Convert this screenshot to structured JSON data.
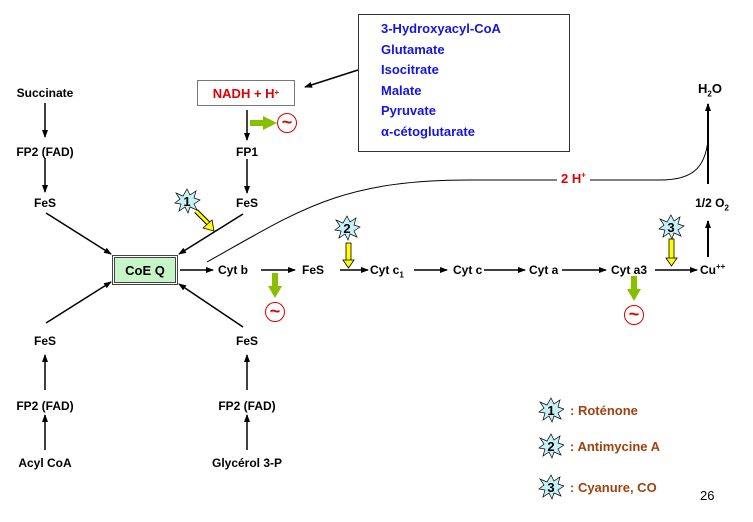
{
  "nadh": {
    "label": "NADH + H",
    "superscript": "+"
  },
  "substrates_box": {
    "items": [
      "3-Hydroxyacyl-CoA",
      "Glutamate",
      "Isocitrate",
      "Malate",
      "Pyruvate",
      "α-cétoglutarate"
    ]
  },
  "left_chain_top": {
    "succinate": "Succinate",
    "fp2": "FP2 (FAD)",
    "fes": "FeS"
  },
  "nadh_chain": {
    "fp1": "FP1",
    "fes": "FeS"
  },
  "coeq": "CoE Q",
  "left_chain_bottom": {
    "fes": "FeS",
    "fp2": "FP2 (FAD)",
    "acyl": "Acyl CoA"
  },
  "glycerol_chain": {
    "fes": "FeS",
    "fp2": "FP2 (FAD)",
    "glycerol": "Glycérol 3-P"
  },
  "main_chain": {
    "cytb": "Cyt b",
    "fes": "FeS",
    "cytc1": "Cyt c",
    "cytc1_sub": "1",
    "cytc": "Cyt c",
    "cyta": "Cyt a",
    "cyta3": "Cyt a3",
    "cu": "Cu",
    "cu_sup": "++"
  },
  "oxygen": {
    "half": "1/2 O",
    "half_sub": "2",
    "water_h": "H",
    "water_sub": "2",
    "water_o": "O"
  },
  "protons": {
    "label": "2 H",
    "sup": "+"
  },
  "energy_symbol": "~",
  "inhibitors": [
    {
      "number": "1",
      "name": ": Roténone"
    },
    {
      "number": "2",
      "name": ": Antimycine A"
    },
    {
      "number": "3",
      "name": ": Cyanure, CO"
    }
  ],
  "page_number": "26",
  "colors": {
    "nadh": "#e00000",
    "substrates": "#1414e6",
    "legend": "#a0420e",
    "coeq_fill": "#c8f5c8",
    "burst_fill": "#c5f1f7",
    "inhibitor_arrow": "#ffff00",
    "energy_arrow": "#88c000"
  }
}
